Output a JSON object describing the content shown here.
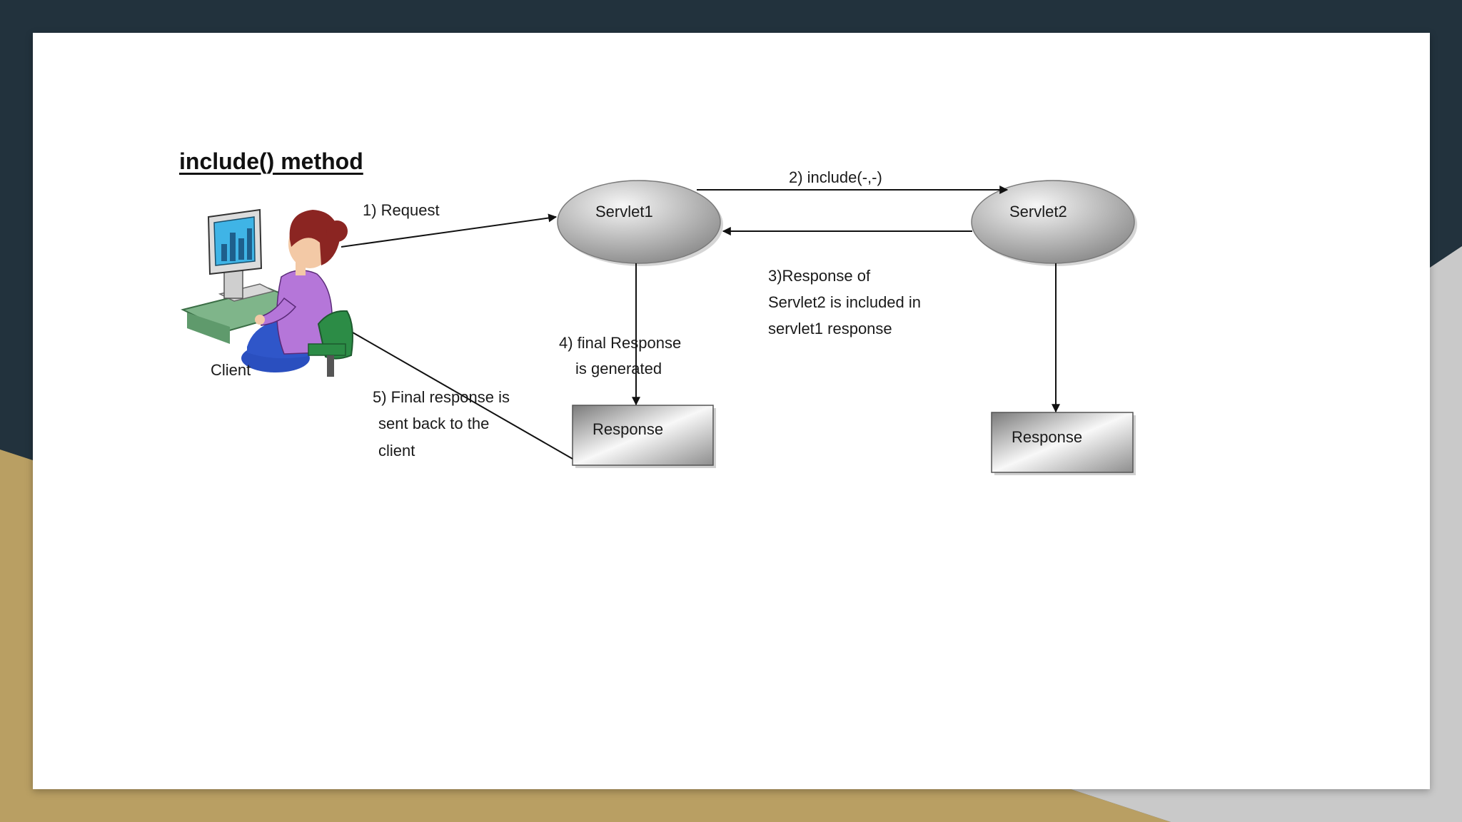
{
  "diagram": {
    "title": "include() method",
    "client_label": "Client",
    "servlet1": "Servlet1",
    "servlet2": "Servlet2",
    "response1": "Response",
    "response2": "Response",
    "edges": {
      "request": "1) Request",
      "include": "2) include(-,-)",
      "included_response": [
        "3)Response of",
        "Servlet2 is included  in",
        "servlet1 response"
      ],
      "final_generated": [
        "4)  final Response",
        "is generated"
      ],
      "sent_back": [
        "5)  Final response  is",
        "sent back to the",
        "client"
      ]
    }
  },
  "colors": {
    "frame_dark": "#22323d",
    "frame_gold": "#b99f63",
    "frame_gray": "#c9c9c9",
    "slide": "#ffffff",
    "node_gray": "#c0c0c0"
  }
}
